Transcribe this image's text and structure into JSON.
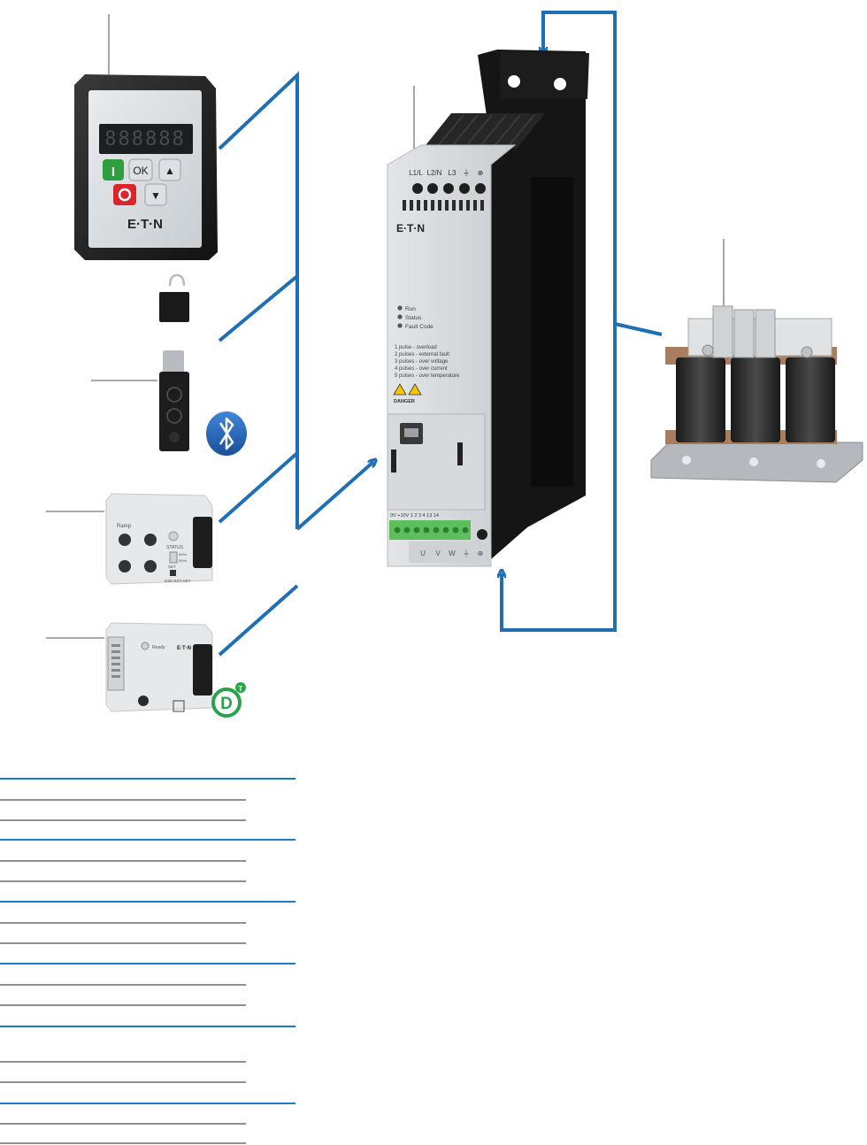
{
  "keypad": {
    "display": "888888",
    "ok_label": "OK",
    "up_glyph": "▲",
    "down_glyph": "▼",
    "start_glyph": "I",
    "stop_glyph": "O",
    "brand": "E·T·N"
  },
  "drive": {
    "brand": "E·T·N",
    "terminals_top": [
      "L1/L",
      "L2/N",
      "L3",
      "⏚",
      "⊕"
    ],
    "led_labels": [
      "Run",
      "Status",
      "Fault Code"
    ],
    "fault_codes": [
      "1 pulse - overload",
      "2 pulses - external fault",
      "3 pulses - over voltage",
      "4 pulses - over current",
      "5 pulses - over temperature"
    ],
    "danger_label": "DANGER",
    "bottom_terminal_header": "0V +10V  1   2   3   4   13  14",
    "output_terminals": [
      "U",
      "V",
      "W",
      "⏚",
      "⊕"
    ]
  },
  "dip_module": {
    "title": "Ramp",
    "status_label": "STATUS",
    "hz_labels": [
      "60Hz",
      "50Hz"
    ],
    "set_label": "SET",
    "part_label": "DXE-EXT-SET"
  },
  "dt_module": {
    "ready_label": "Ready",
    "brand": "E·T·N",
    "logo_letter": "D",
    "logo_sup": "T"
  },
  "icons": {
    "bluetooth": "bluetooth-icon",
    "device_logo": "dt-logo-icon"
  },
  "colors": {
    "connector_blue": "#1f6fb5",
    "caption_blue": "#1a7cc9",
    "start_green": "#2e9e3e",
    "stop_red": "#d9262a",
    "bluetooth_blue": "#1f5fb0",
    "dt_green": "#2aa34a",
    "terminal_green": "#5cbf5c",
    "coil_dark": "#2b2b2b",
    "copper": "#a97e5e"
  }
}
